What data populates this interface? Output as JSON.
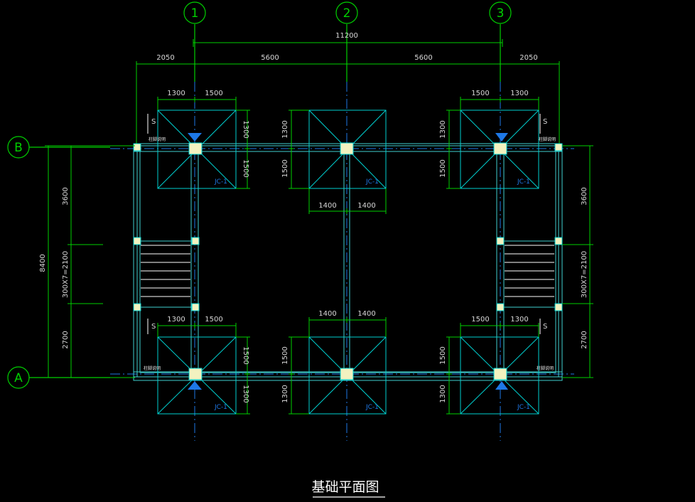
{
  "drawing": {
    "title": "基础平面图",
    "grid_axes": {
      "columns": [
        "1",
        "2",
        "3"
      ],
      "rows": [
        "B",
        "A"
      ]
    },
    "top_dimensions": {
      "overall": "11200",
      "segments": [
        "2050",
        "5600",
        "5600",
        "2050"
      ]
    },
    "footing_dimensions": {
      "top_left_width": [
        "1300",
        "1500"
      ],
      "top_right_width": [
        "1500",
        "1300"
      ],
      "top_middle_width": [
        "1400",
        "1400"
      ],
      "bottom_middle_width": [
        "1400",
        "1400"
      ],
      "bottom_left_width": [
        "1300",
        "1500"
      ],
      "bottom_right_width": [
        "1500",
        "1300"
      ],
      "top_left_height": [
        "1300",
        "1500"
      ],
      "top_middle_height": [
        "1300",
        "1500"
      ],
      "top_right_height": [
        "1300",
        "1500"
      ],
      "bottom_left_height": [
        "1500",
        "1300"
      ],
      "bottom_middle_height": [
        "1500",
        "1300"
      ],
      "bottom_right_height": [
        "1500",
        "1300"
      ]
    },
    "side_dimensions": {
      "left_total": "8400",
      "left_segments": [
        "3600",
        "300X7=2100",
        "2700"
      ],
      "right_segments": [
        "3600",
        "300X7=2100",
        "2700"
      ]
    },
    "footing_tag": "JC-1",
    "section_mark": "S",
    "column_note": "柱脚说明",
    "colors": {
      "background": "#000000",
      "axis": "#00d000",
      "footing": "#00d0d0",
      "beam": "#3fd0d0",
      "dimension": "#00d000",
      "center_line": "#1e78e6",
      "tag": "#1e78e6",
      "column_fill": "#f2f2c0"
    }
  }
}
